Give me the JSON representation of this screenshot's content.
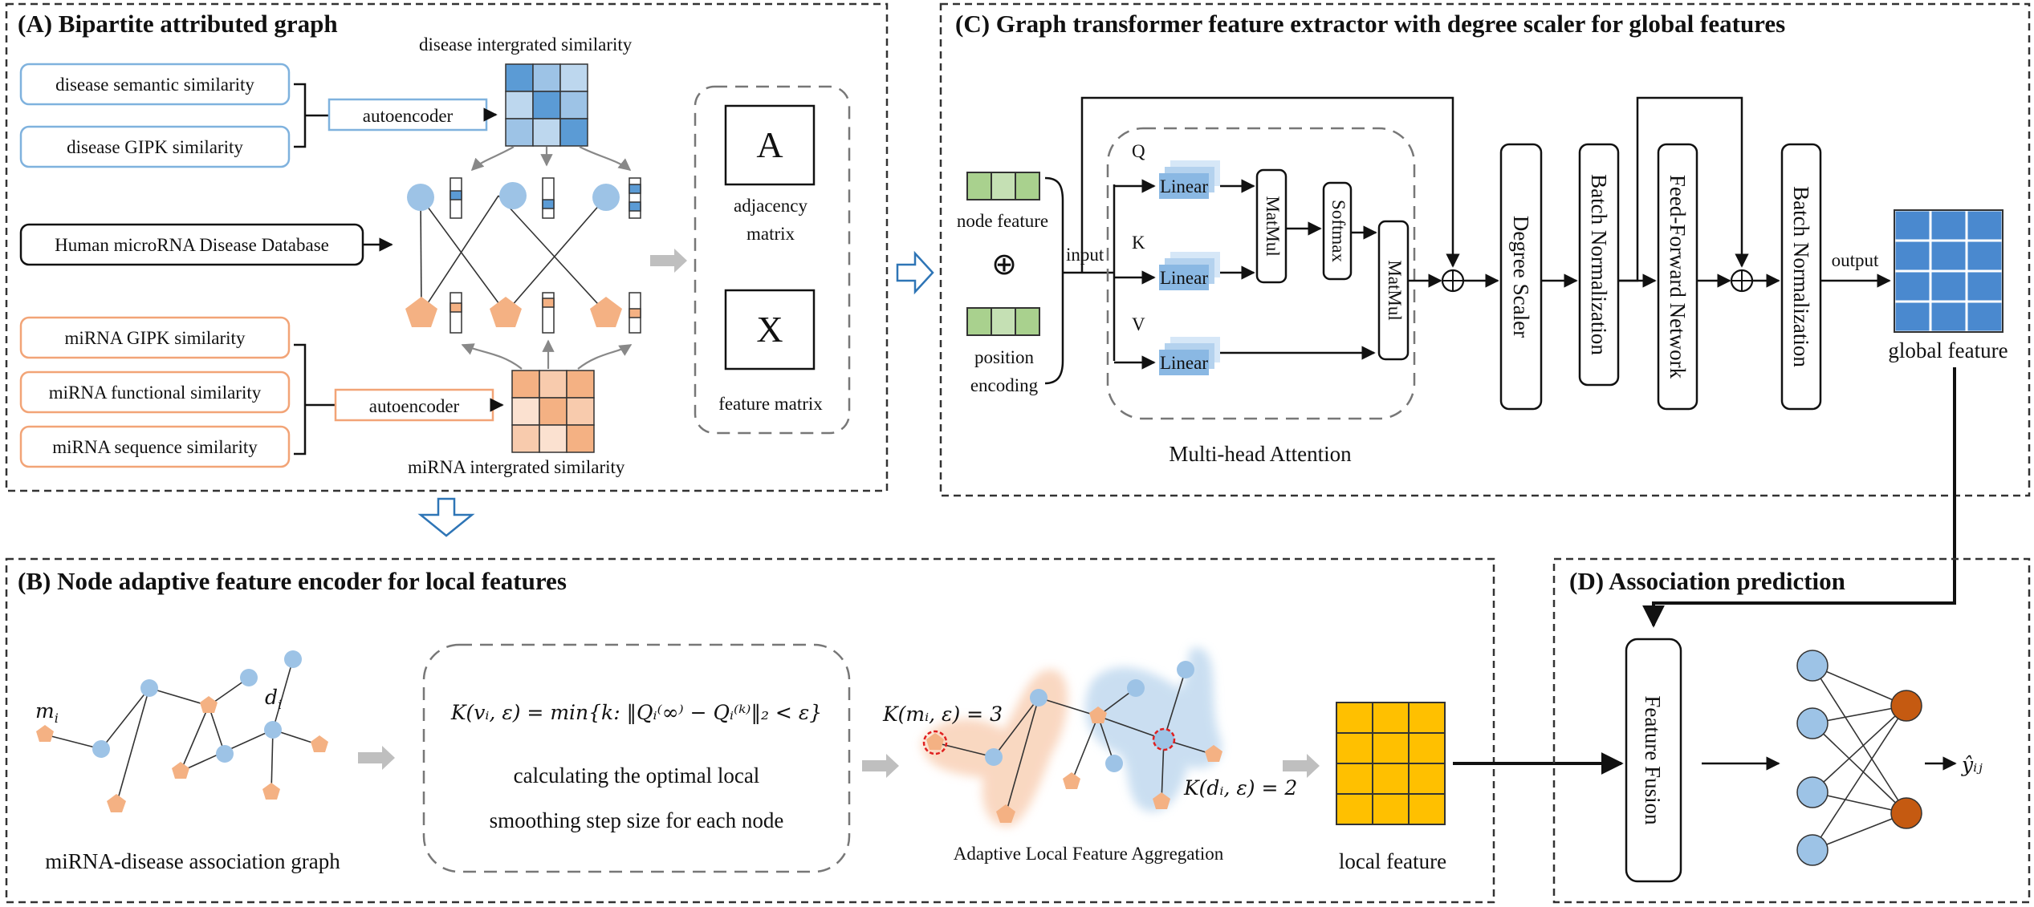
{
  "panel_a": {
    "title": "(A) Bipartite attributed graph",
    "disease_similarity_title": "disease intergrated similarity",
    "disease_inputs": [
      "disease semantic similarity",
      "disease GIPK similarity"
    ],
    "autoencoder": "autoencoder",
    "hmdd": "Human microRNA Disease Database",
    "mirna_inputs": [
      "miRNA GIPK similarity",
      "miRNA functional similarity",
      "miRNA sequence similarity"
    ],
    "mirna_similarity_title": "miRNA intergrated similarity",
    "matrix_a_letter": "A",
    "matrix_a_label": [
      "adjacency",
      "matrix"
    ],
    "matrix_x_letter": "X",
    "matrix_x_label": "feature matrix"
  },
  "panel_b": {
    "title": "(B) Node adaptive feature encoder for local features",
    "graph_label": "miRNA-disease association graph",
    "node_m": "m",
    "node_m_sub": "i",
    "node_d": "d",
    "node_d_sub": "i",
    "formula": "K(vᵢ, ε) = min{k: ‖Qᵢ⁽∞⁾ − Qᵢ⁽ᵏ⁾‖₂ < ε}",
    "formula_desc": [
      "calculating the optimal local",
      "smoothing step size for each node"
    ],
    "k_mi": "K(mᵢ, ε) = 3",
    "k_di": "K(dᵢ, ε) = 2",
    "aggregation_label": "Adaptive Local Feature Aggregation",
    "local_feature": "local feature"
  },
  "panel_c": {
    "title": "(C)  Graph transformer feature extractor with degree scaler for global features",
    "node_feature": "node feature",
    "oplus": "⊕",
    "position_encoding": [
      "position",
      "encoding"
    ],
    "input": "input",
    "q": "Q",
    "k": "K",
    "v": "V",
    "linear": "Linear",
    "matmul": "MatMul",
    "softmax": "Softmax",
    "mha": "Multi-head Attention",
    "degree_scaler": "Degree Scaler",
    "batch_norm": "Batch Normalization",
    "ffn": "Feed-Forward Network",
    "output": "output",
    "global_feature": "global feature"
  },
  "panel_d": {
    "title": "(D) Association prediction",
    "feature_fusion": "Feature Fusion",
    "y_hat": "ŷᵢⱼ"
  },
  "colors": {
    "blue_node": "#9dc3e6",
    "orange_node": "#f4b183",
    "green_cell": "#a9d18e",
    "global_cell": "#4a89cf",
    "local_cell": "#ffc000",
    "output_node": "#c55a11",
    "arrow_grey": "#bfbfbf",
    "panel_arrow_blue": "#2e75b6"
  }
}
